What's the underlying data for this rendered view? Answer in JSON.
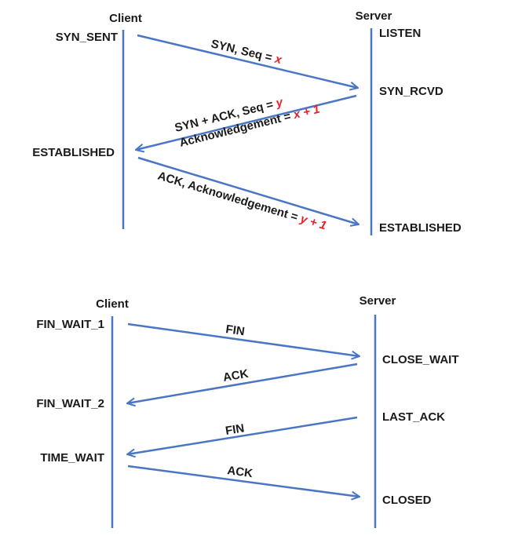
{
  "colors": {
    "arrow": "#4a76c4",
    "text": "#1a1a1a",
    "highlight": "#e8202a"
  },
  "handshake": {
    "client_title": "Client",
    "server_title": "Server",
    "client_states": [
      "SYN_SENT",
      "ESTABLISHED"
    ],
    "server_states": [
      "LISTEN",
      "SYN_RCVD",
      "ESTABLISHED"
    ],
    "messages": [
      {
        "prefix": "SYN, Seq = ",
        "var": "x"
      },
      {
        "prefix": "SYN + ACK, Seq = ",
        "var": "y",
        "line2_prefix": "Acknowledgement = ",
        "line2_var": "x + 1"
      },
      {
        "prefix": "ACK, Acknowledgement = ",
        "var": "y + 1"
      }
    ]
  },
  "teardown": {
    "client_title": "Client",
    "server_title": "Server",
    "client_states": [
      "FIN_WAIT_1",
      "FIN_WAIT_2",
      "TIME_WAIT"
    ],
    "server_states": [
      "CLOSE_WAIT",
      "LAST_ACK",
      "CLOSED"
    ],
    "messages": [
      "FIN",
      "ACK",
      "FIN",
      "ACK"
    ]
  }
}
